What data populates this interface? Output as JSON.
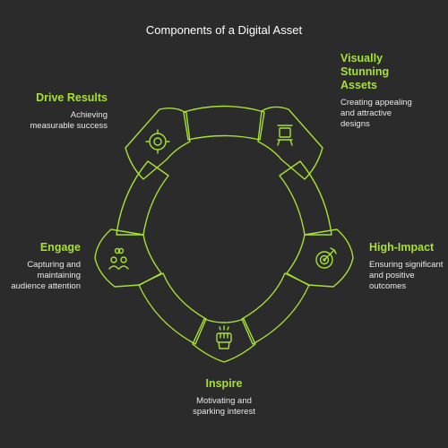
{
  "title": "Components of a Digital Asset",
  "colors": {
    "accent": "#a6e22e",
    "background": "#2b2b2b",
    "text": "#e8e8e8"
  },
  "components": [
    {
      "id": "visually-stunning-assets",
      "head": [
        "Visually",
        "Stunning",
        "Assets"
      ],
      "desc": [
        "Creating appealing",
        "and attractive",
        "designs"
      ],
      "icon": "easel-icon"
    },
    {
      "id": "high-impact",
      "head": [
        "High-Impact"
      ],
      "desc": [
        "Ensuring significant",
        "and positive",
        "outcomes"
      ],
      "icon": "target-arrow-icon"
    },
    {
      "id": "inspire",
      "head": [
        "Inspire"
      ],
      "desc": [
        "Motivating and",
        "sparking interest"
      ],
      "icon": "raised-fist-icon"
    },
    {
      "id": "engage",
      "head": [
        "Engage"
      ],
      "desc": [
        "Capturing and",
        "maintaining",
        "audience attention"
      ],
      "icon": "people-link-icon"
    },
    {
      "id": "drive-results",
      "head": [
        "Drive Results"
      ],
      "desc": [
        "Achieving",
        "measurable success"
      ],
      "icon": "target-icon"
    }
  ]
}
